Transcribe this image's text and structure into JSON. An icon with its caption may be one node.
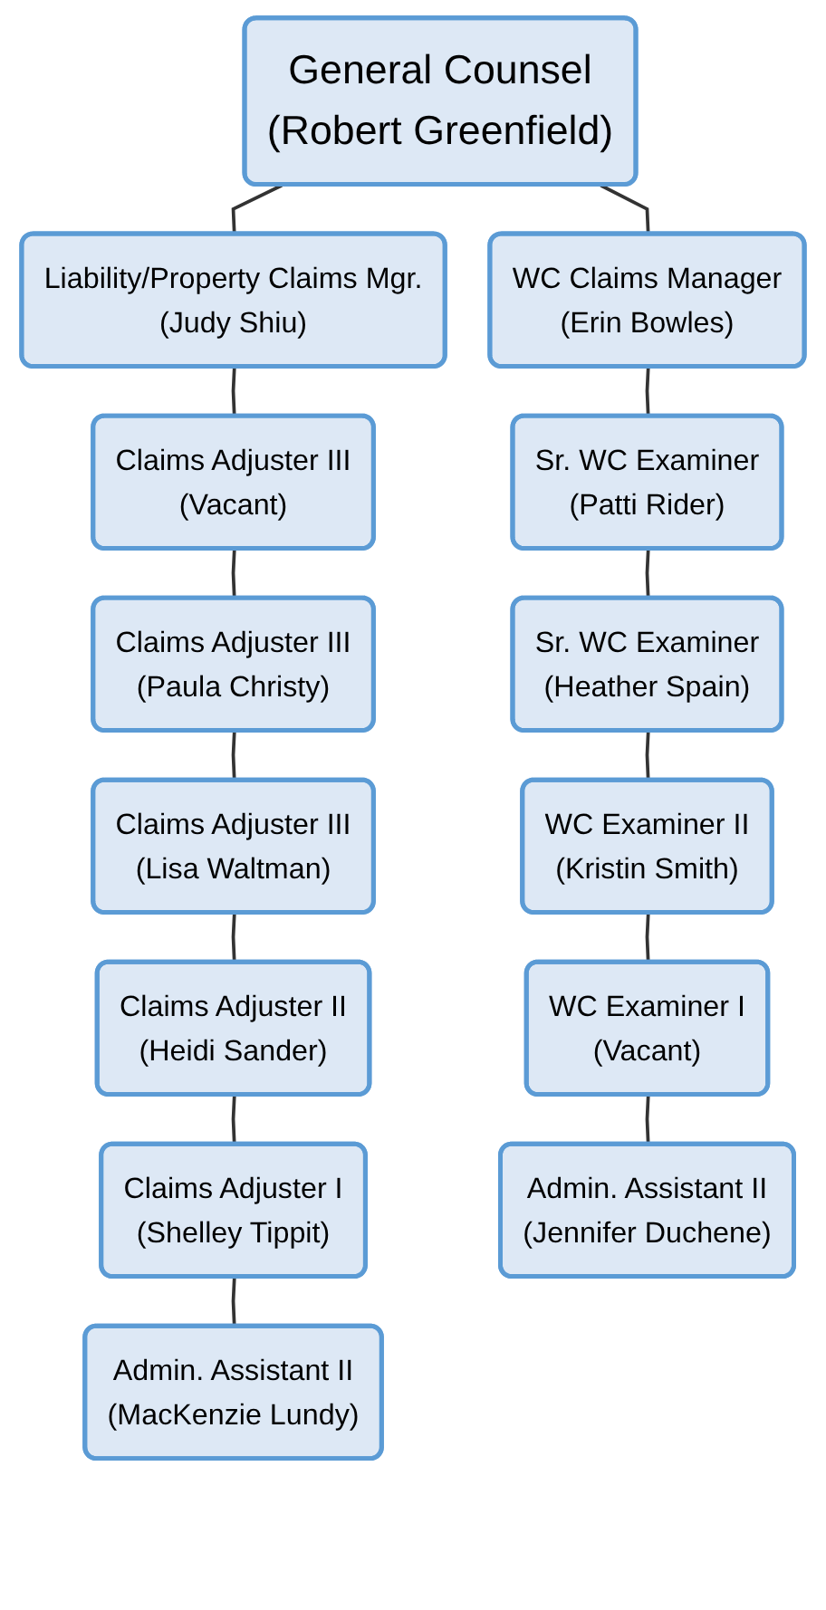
{
  "diagram": {
    "nodes": [
      {
        "text": [
          "General Counsel",
          "(Robert Greenfield)"
        ]
      },
      {
        "text": [
          "Liability/Property Claims Mgr.",
          "(Judy Shiu)"
        ]
      },
      {
        "text": [
          "Claims Adjuster III",
          "(Vacant)"
        ]
      },
      {
        "text": [
          "Claims Adjuster III",
          "(Paula Christy)"
        ]
      },
      {
        "text": [
          "Claims Adjuster III",
          "(Lisa Waltman)"
        ]
      },
      {
        "text": [
          "Claims Adjuster II",
          "(Heidi Sander)"
        ]
      },
      {
        "text": [
          "Claims Adjuster I",
          "(Shelley Tippit)"
        ]
      },
      {
        "text": [
          "Admin. Assistant II",
          "(MacKenzie Lundy)"
        ]
      },
      {
        "text": [
          "WC Claims Manager",
          "(Erin Bowles)"
        ]
      },
      {
        "text": [
          "Sr. WC Examiner",
          "(Patti Rider)"
        ]
      },
      {
        "text": [
          "Sr. WC Examiner",
          "(Heather Spain)"
        ]
      },
      {
        "text": [
          "WC Examiner II",
          "(Kristin Smith)"
        ]
      },
      {
        "text": [
          "WC Examiner I",
          "(Vacant)"
        ]
      },
      {
        "text": [
          "Admin. Assistant II",
          "(Jennifer Duchene)"
        ]
      }
    ],
    "edges": [
      {
        "from": 0,
        "to": 1,
        "arrow": "none"
      },
      {
        "from": 1,
        "to": 2,
        "arrow": "none"
      },
      {
        "from": 2,
        "to": 3,
        "arrow": "none"
      },
      {
        "from": 3,
        "to": 4,
        "arrow": "none"
      },
      {
        "from": 4,
        "to": 5,
        "arrow": "none"
      },
      {
        "from": 5,
        "to": 6,
        "arrow": "none"
      },
      {
        "from": 6,
        "to": 7,
        "arrow": "none"
      },
      {
        "from": 0,
        "to": 8,
        "arrow": "none"
      },
      {
        "from": 8,
        "to": 9,
        "arrow": "none"
      },
      {
        "from": 9,
        "to": 10,
        "arrow": "none"
      },
      {
        "from": 10,
        "to": 11,
        "arrow": "none"
      },
      {
        "from": 11,
        "to": 12,
        "arrow": "none"
      },
      {
        "from": 12,
        "to": 13,
        "arrow": "none"
      }
    ]
  }
}
